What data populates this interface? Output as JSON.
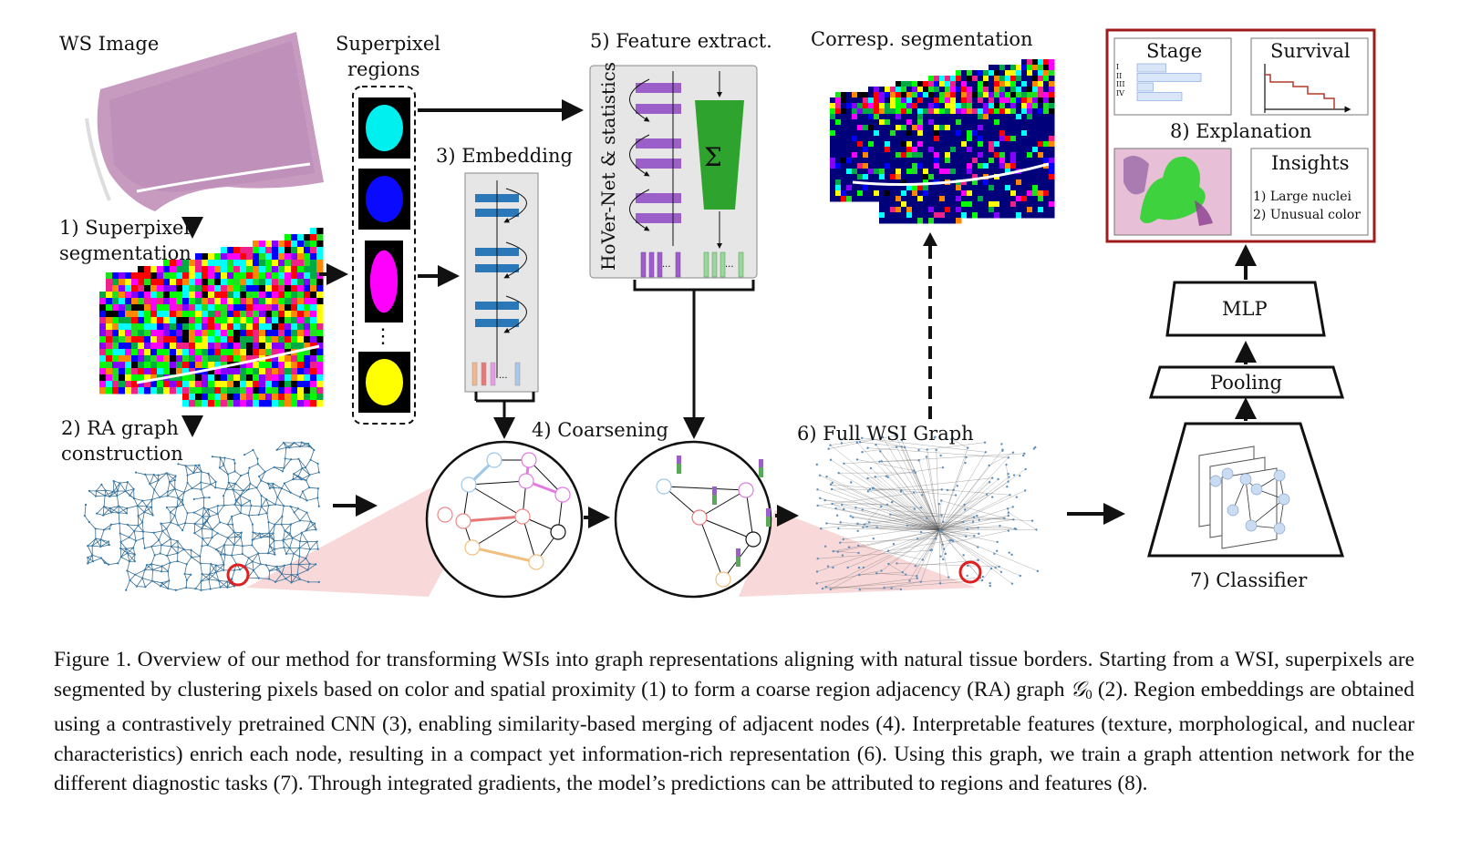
{
  "figure": {
    "labels": {
      "ws_image": "WS Image",
      "step1_line1": "1) Superpixel",
      "step1_line2": "segmentation",
      "step2_line1": "2) RA graph",
      "step2_line2": "construction",
      "superpixel_regions_line1": "Superpixel",
      "superpixel_regions_line2": "regions",
      "step3": "3) Embedding",
      "step4": "4) Coarsening",
      "step5": "5) Feature extract.",
      "hovernet": "HoVer-Net & statistics",
      "sigma": "Σ",
      "corresp_segmentation": "Corresp. segmentation",
      "step6": "6) Full WSI Graph",
      "step7": "7) Classifier",
      "pooling": "Pooling",
      "mlp": "MLP",
      "step8": "8) Explanation",
      "stage": "Stage",
      "survival": "Survival",
      "insights": "Insights",
      "insight1": "1) Large nuclei",
      "insight2": "2) Unusual color",
      "ellipsis": "⋮"
    },
    "stage_chart": {
      "categories": [
        "I",
        "II",
        "III",
        "IV"
      ],
      "values": [
        0.45,
        1.0,
        0.25,
        0.7
      ]
    },
    "superpixel_region_colors": [
      "#00f0f0",
      "#0a0aff",
      "#ff00ff",
      "#ffff00"
    ],
    "colors": {
      "explanation_border": "#a01c1c",
      "embedding_block": "#2a78b8",
      "hovernet_block": "#9a5fc8",
      "sigma_block": "#2ea32e",
      "highlight_circle": "#e02020",
      "zoom_wedge": "#f8d8d8"
    }
  },
  "caption": {
    "prefix": "Figure 1. Overview of our method for transforming WSIs into graph representations aligning with natural tissue borders. Starting from a WSI, superpixels are segmented by clustering pixels based on color and spatial proximity (1) to form a coarse region adjacency (RA) graph ",
    "symbol": "𝒢",
    "subscript": "0",
    "suffix": " (2). Region embeddings are obtained using a contrastively pretrained CNN (3), enabling similarity-based merging of adjacent nodes (4). Interpretable features (texture, morphological, and nuclear characteristics) enrich each node, resulting in a compact yet information-rich representation (6). Using this graph, we train a graph attention network for the different diagnostic tasks (7). Through integrated gradients, the model’s predictions can be attributed to regions and features (8)."
  }
}
